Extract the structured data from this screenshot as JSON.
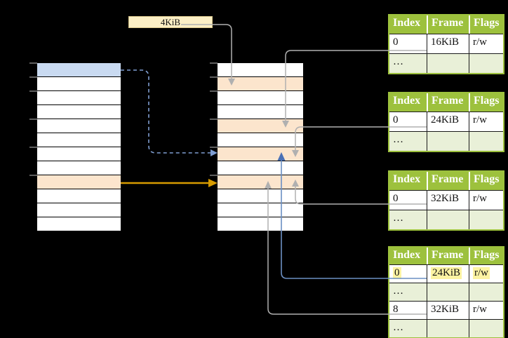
{
  "size_label": "4KiB",
  "colors": {
    "background": "#000000",
    "green_header": "#9dc13d",
    "green_row_shade": "#e9f0d8",
    "white": "#ffffff",
    "orange_row": "#fce5cd",
    "blue_row": "#c9daf1",
    "cream_label": "#fcefc5",
    "cream_border": "#d9c58a",
    "yellow_highlight": "#fcf3a2",
    "gray_line": "#b0b0b0",
    "blue_line": "#6b8fc3",
    "blue_arrow": "#4a70b5",
    "dashed_blue_line": "#7f9ed1",
    "orange_arrow": "#d79b00",
    "tick_gray": "#7f7f7f",
    "header_text": "#ffffff",
    "body_text": "#111111"
  },
  "memory_columns": {
    "left": {
      "row_count": 12,
      "blue_rows": [
        0
      ],
      "orange_rows": [
        8
      ]
    },
    "right": {
      "row_count": 12,
      "blue_rows": [],
      "orange_rows": [
        1,
        4,
        6,
        8
      ]
    }
  },
  "frame_tables": [
    {
      "name": "frame-table-1",
      "headers": [
        "Index",
        "Frame",
        "Flags"
      ],
      "rows": [
        {
          "cells": [
            "0",
            "16KiB",
            "r/w"
          ],
          "shaded": false,
          "highlighted": false
        },
        {
          "cells": [
            "…",
            "",
            ""
          ],
          "shaded": true,
          "highlighted": false
        }
      ]
    },
    {
      "name": "frame-table-2",
      "headers": [
        "Index",
        "Frame",
        "Flags"
      ],
      "rows": [
        {
          "cells": [
            "0",
            "24KiB",
            "r/w"
          ],
          "shaded": false,
          "highlighted": false
        },
        {
          "cells": [
            "…",
            "",
            ""
          ],
          "shaded": true,
          "highlighted": false
        }
      ]
    },
    {
      "name": "frame-table-3",
      "headers": [
        "Index",
        "Frame",
        "Flags"
      ],
      "rows": [
        {
          "cells": [
            "0",
            "32KiB",
            "r/w"
          ],
          "shaded": false,
          "highlighted": false
        },
        {
          "cells": [
            "…",
            "",
            ""
          ],
          "shaded": true,
          "highlighted": false
        }
      ]
    },
    {
      "name": "frame-table-4",
      "headers": [
        "Index",
        "Frame",
        "Flags"
      ],
      "rows": [
        {
          "cells": [
            "0",
            "24KiB",
            "r/w"
          ],
          "shaded": false,
          "highlighted": true
        },
        {
          "cells": [
            "…",
            "",
            ""
          ],
          "shaded": true,
          "highlighted": false
        },
        {
          "cells": [
            "8",
            "32KiB",
            "r/w"
          ],
          "shaded": false,
          "highlighted": false
        },
        {
          "cells": [
            "…",
            "",
            ""
          ],
          "shaded": true,
          "highlighted": false
        }
      ]
    }
  ]
}
